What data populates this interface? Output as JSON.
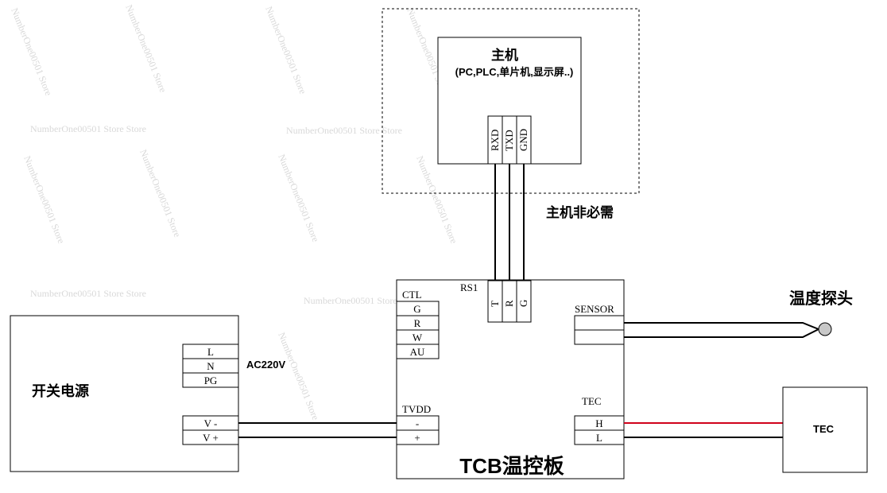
{
  "host": {
    "title": "主机",
    "subtitle": "(PC,PLC,单片机,显示屏..)",
    "pins": [
      "RXD",
      "TXD",
      "GND"
    ],
    "optional_label": "主机非必需"
  },
  "board": {
    "title": "TCB温控板",
    "rs1_label": "RS1",
    "rs1_pins": [
      "T",
      "R",
      "G"
    ],
    "ctl_label": "CTL",
    "ctl_pins": [
      "G",
      "R",
      "W",
      "AU"
    ],
    "sensor_label": "SENSOR",
    "tvdd_label": "TVDD",
    "tvdd_pins": [
      "-",
      "+"
    ],
    "tec_label": "TEC",
    "tec_pins": [
      "H",
      "L"
    ]
  },
  "power": {
    "title": "开关电源",
    "ac_pins": [
      "L",
      "N",
      "PG"
    ],
    "ac_label": "AC220V",
    "dc_pins": [
      "V -",
      "V +"
    ]
  },
  "probe": {
    "label": "温度探头"
  },
  "tec_device": {
    "label": "TEC"
  },
  "watermark": "NumberOne00501 Store Store",
  "watermark_vertical": "NumberOne00501 Store",
  "colors": {
    "line": "#000000",
    "tec_positive_wire": "#d0021b",
    "probe": "#c8c8c8",
    "watermark": "#d9d9d9"
  }
}
